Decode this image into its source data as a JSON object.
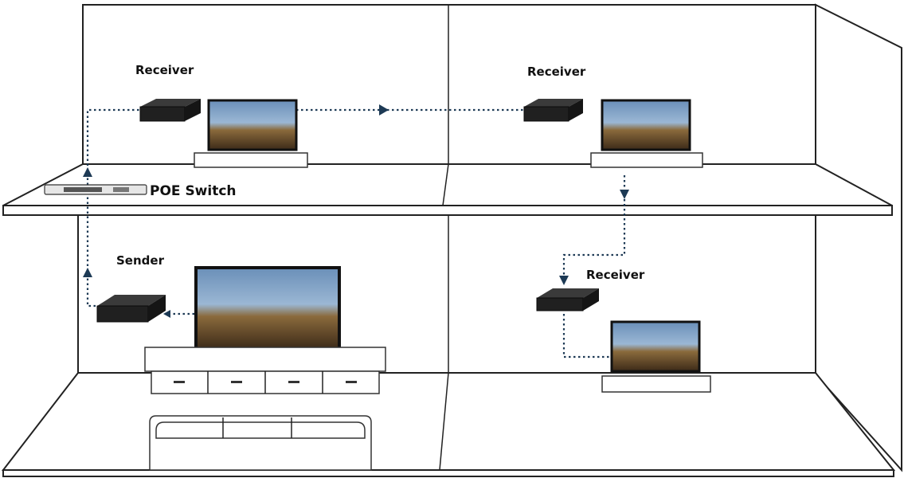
{
  "labels": {
    "receiver_top_left": "Receiver",
    "receiver_top_right": "Receiver",
    "receiver_bottom_right": "Receiver",
    "sender": "Sender",
    "poe_switch": "POE Switch"
  },
  "colors": {
    "line": "#222222",
    "signal": "#1d3a55",
    "device": "#202020"
  }
}
